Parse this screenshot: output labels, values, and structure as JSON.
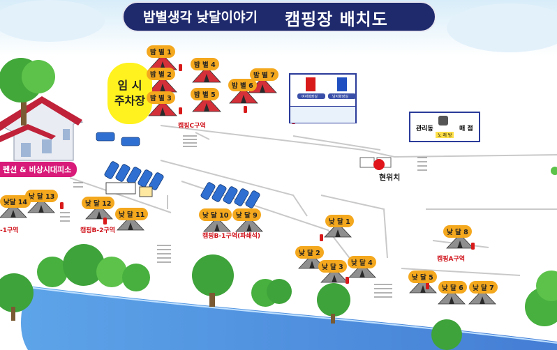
{
  "header": {
    "title_left": "밤별생각 낮달이야기",
    "title_right": "캠핑장 배치도"
  },
  "temp_parking": [
    "임 시",
    "주차장"
  ],
  "pension_label": "펜션 & 비상시대피소",
  "sites": {
    "bambyeol": [
      "밤 별 1",
      "밤 별 2",
      "밤 별 3",
      "밤 별 4",
      "밤 별 5",
      "밤 별 6",
      "밤 별 7"
    ],
    "natdal": [
      "낮 달 1",
      "낮 달 2",
      "낮 달 3",
      "낮 달 4",
      "낮 달 5",
      "낮 달 6",
      "낮 달 7",
      "낮 달 8",
      "낮 달 9",
      "낮 달 10",
      "낮 달 11",
      "낮 달 12",
      "낮 달 13",
      "낮달 14"
    ]
  },
  "zones": {
    "c": "캠핑C구역",
    "b1": "캠핑B-1구역(파쇄석)",
    "b2": "캠핑B-2구역",
    "a": "캠핑A구역",
    "b1_partial": "-1구역"
  },
  "restroom": {
    "female": "여자화장실",
    "male": "남자화장실"
  },
  "office": {
    "office": "관리동",
    "store": "매 점",
    "sink": "노 래 방"
  },
  "you_are_here": "현위치",
  "colors": {
    "title_bg": "#1f2a6d",
    "site_label": "#f4a81e",
    "zone_text": "#d0141c",
    "tent": "#d3303a",
    "tent_night": "#8f8f8f",
    "parking": "#fff21e",
    "river": "#3c86e0",
    "pension_label": "#d81a79",
    "car": "#2e6fd1"
  }
}
